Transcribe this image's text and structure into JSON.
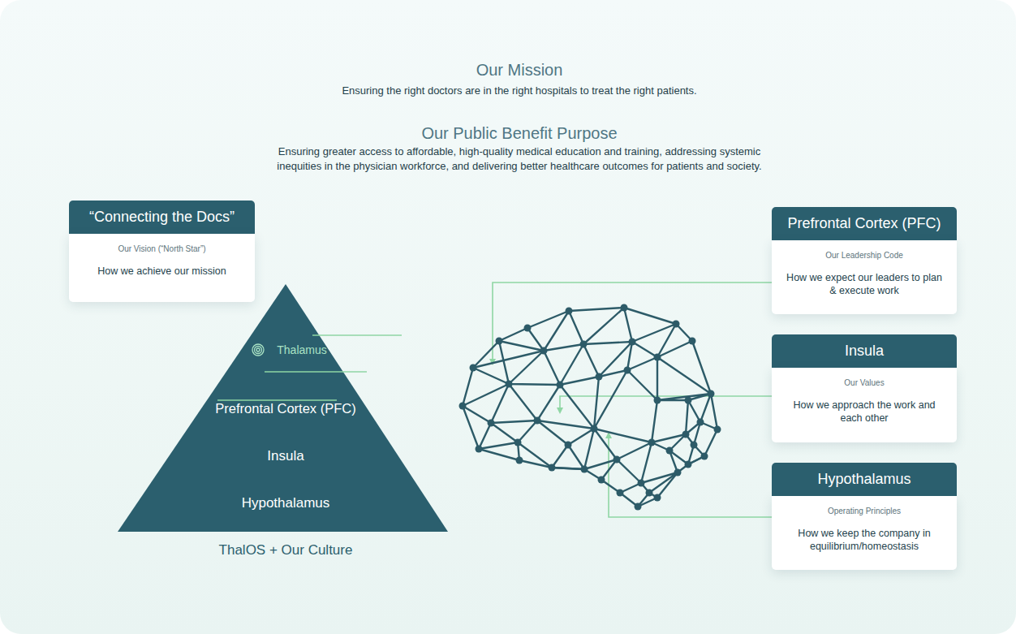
{
  "diagram": {
    "title": "Our Mission",
    "nodes": [
      {
        "text": [
          "“Connecting the Docs”",
          "Our Vision (“North Star”)",
          "How we achieve our mission"
        ]
      },
      {
        "text": [
          "Thalamus",
          "Prefrontal Cortex (PFC)",
          "Insula",
          "Hypothalamus"
        ]
      },
      {
        "text": [
          "Prefrontal Cortex (PFC)",
          "Our Leadership Code",
          "How we expect our leaders to plan & execute work"
        ]
      },
      {
        "text": [
          "Insula",
          "Our Values",
          "How we approach the work and each other"
        ]
      },
      {
        "text": [
          "Hypothalamus",
          "Operating Principles",
          "How we keep the company in equilibrium/homeostasis"
        ]
      }
    ],
    "labels": [
      "Ensuring the right doctors are in the right hospitals to treat the right patients.",
      "Our Public Benefit Purpose",
      "Ensuring greater access to affordable, high-quality medical education and training, addressing systemic inequities in the physician workforce, and delivering better healthcare outcomes for patients and society.",
      "ThalOS + Our Culture"
    ]
  }
}
